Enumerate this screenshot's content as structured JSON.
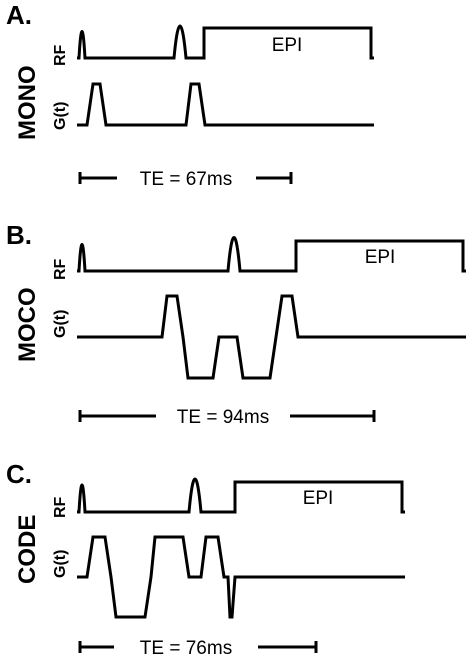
{
  "colors": {
    "ink": "#000000",
    "background": "#ffffff"
  },
  "panels": [
    {
      "letter": "A.",
      "name": "MONO",
      "rf_label": "RF",
      "grad_label": "G(t)",
      "epi_label": "EPI",
      "te_label": "TE = 67ms"
    },
    {
      "letter": "B.",
      "name": "MOCO",
      "rf_label": "RF",
      "grad_label": "G(t)",
      "epi_label": "EPI",
      "te_label": "TE = 94ms"
    },
    {
      "letter": "C.",
      "name": "CODE",
      "rf_label": "RF",
      "grad_label": "G(t)",
      "epi_label": "EPI",
      "te_label": "TE = 76ms"
    }
  ]
}
